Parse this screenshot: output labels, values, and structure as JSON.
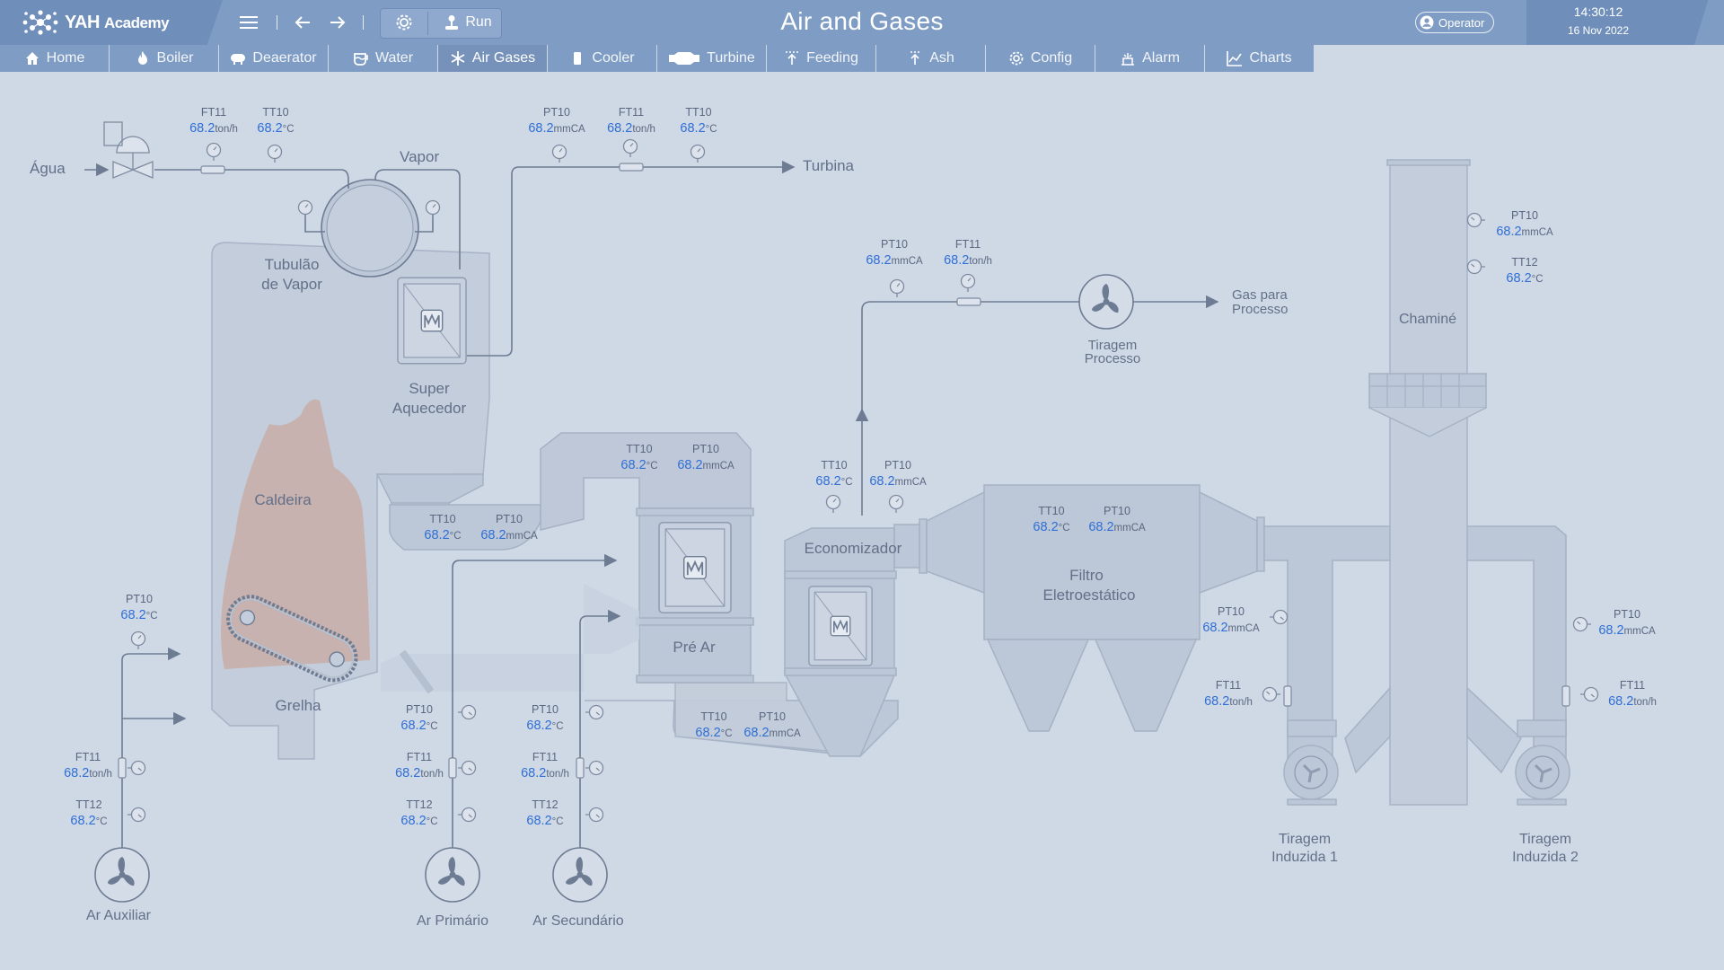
{
  "app": {
    "brand": "YAH",
    "brand_suffix": "Academy",
    "run_label": "Run",
    "title": "Air and Gases"
  },
  "user": {
    "role": "Operator"
  },
  "clock": {
    "time": "14:30:12",
    "date": "16 Nov 2022"
  },
  "tabs": [
    {
      "label": "Home",
      "icon": "home-icon"
    },
    {
      "label": "Boiler",
      "icon": "flame-icon"
    },
    {
      "label": "Deaerator",
      "icon": "tank-icon"
    },
    {
      "label": "Water",
      "icon": "water-icon"
    },
    {
      "label": "Air Gases",
      "icon": "snowflake-icon",
      "active": true
    },
    {
      "label": "Cooler",
      "icon": "cooler-icon"
    },
    {
      "label": "Turbine",
      "icon": "turbine-icon"
    },
    {
      "label": "Feeding",
      "icon": "feeding-icon"
    },
    {
      "label": "Ash",
      "icon": "ash-icon"
    },
    {
      "label": "Config",
      "icon": "gear-icon"
    },
    {
      "label": "Alarm",
      "icon": "alarm-icon"
    },
    {
      "label": "Charts",
      "icon": "chart-icon"
    }
  ],
  "colors": {
    "accent": "#7f9dc4",
    "value": "#2f6fd6",
    "background": "#cfd8e5",
    "flame": "#c8a8a0"
  },
  "labels": {
    "agua": "Água",
    "vapor": "Vapor",
    "turbina": "Turbina",
    "tubulao1": "Tubulão",
    "tubulao2": "de Vapor",
    "super1": "Super",
    "super2": "Aquecedor",
    "caldeira": "Caldeira",
    "grelha": "Grelha",
    "pre_ar": "Pré Ar",
    "economizador": "Economizador",
    "filtro1": "Filtro",
    "filtro2": "Eletroestático",
    "chamine": "Chaminé",
    "gas1": "Gas para",
    "gas2": "Processo",
    "tiragem_proc1": "Tiragem",
    "tiragem_proc2": "Processo",
    "ti1a": "Tiragem",
    "ti1b": "Induzida 1",
    "ti2a": "Tiragem",
    "ti2b": "Induzida 2",
    "ar_aux": "Ar Auxiliar",
    "ar_prim": "Ar Primário",
    "ar_sec": "Ar Secundário"
  },
  "instruments": {
    "feed_ft": {
      "tag": "FT11",
      "value": "68.2",
      "unit": "ton/h"
    },
    "feed_tt": {
      "tag": "TT10",
      "value": "68.2",
      "unit": "°C"
    },
    "steam_pt": {
      "tag": "PT10",
      "value": "68.2",
      "unit": "mmCA"
    },
    "steam_ft": {
      "tag": "FT11",
      "value": "68.2",
      "unit": "ton/h"
    },
    "steam_tt": {
      "tag": "TT10",
      "value": "68.2",
      "unit": "°C"
    },
    "proc_pt": {
      "tag": "PT10",
      "value": "68.2",
      "unit": "mmCA"
    },
    "proc_ft": {
      "tag": "FT11",
      "value": "68.2",
      "unit": "ton/h"
    },
    "chim_pt": {
      "tag": "PT10",
      "value": "68.2",
      "unit": "mmCA"
    },
    "chim_tt": {
      "tag": "TT12",
      "value": "68.2",
      "unit": "°C"
    },
    "preair_tt": {
      "tag": "TT10",
      "value": "68.2",
      "unit": "°C"
    },
    "preair_pt": {
      "tag": "PT10",
      "value": "68.2",
      "unit": "mmCA"
    },
    "eco_tt": {
      "tag": "TT10",
      "value": "68.2",
      "unit": "°C"
    },
    "eco_pt": {
      "tag": "PT10",
      "value": "68.2",
      "unit": "mmCA"
    },
    "duct_tt": {
      "tag": "TT10",
      "value": "68.2",
      "unit": "°C"
    },
    "duct_pt": {
      "tag": "PT10",
      "value": "68.2",
      "unit": "mmCA"
    },
    "filter_tt": {
      "tag": "TT10",
      "value": "68.2",
      "unit": "°C"
    },
    "filter_pt": {
      "tag": "PT10",
      "value": "68.2",
      "unit": "mmCA"
    },
    "aux_pt": {
      "tag": "PT10",
      "value": "68.2",
      "unit": "°C"
    },
    "aux_ft": {
      "tag": "FT11",
      "value": "68.2",
      "unit": "ton/h"
    },
    "aux_tt": {
      "tag": "TT12",
      "value": "68.2",
      "unit": "°C"
    },
    "prim_pt": {
      "tag": "PT10",
      "value": "68.2",
      "unit": "°C"
    },
    "prim_ft": {
      "tag": "FT11",
      "value": "68.2",
      "unit": "ton/h"
    },
    "prim_tt": {
      "tag": "TT12",
      "value": "68.2",
      "unit": "°C"
    },
    "sec_pt": {
      "tag": "PT10",
      "value": "68.2",
      "unit": "°C"
    },
    "sec_ft": {
      "tag": "FT11",
      "value": "68.2",
      "unit": "ton/h"
    },
    "sec_tt": {
      "tag": "TT12",
      "value": "68.2",
      "unit": "°C"
    },
    "out_tt": {
      "tag": "TT10",
      "value": "68.2",
      "unit": "°C"
    },
    "out_pt": {
      "tag": "PT10",
      "value": "68.2",
      "unit": "mmCA"
    },
    "id1_pt": {
      "tag": "PT10",
      "value": "68.2",
      "unit": "mmCA"
    },
    "id1_ft": {
      "tag": "FT11",
      "value": "68.2",
      "unit": "ton/h"
    },
    "id2_pt": {
      "tag": "PT10",
      "value": "68.2",
      "unit": "mmCA"
    },
    "id2_ft": {
      "tag": "FT11",
      "value": "68.2",
      "unit": "ton/h"
    }
  }
}
